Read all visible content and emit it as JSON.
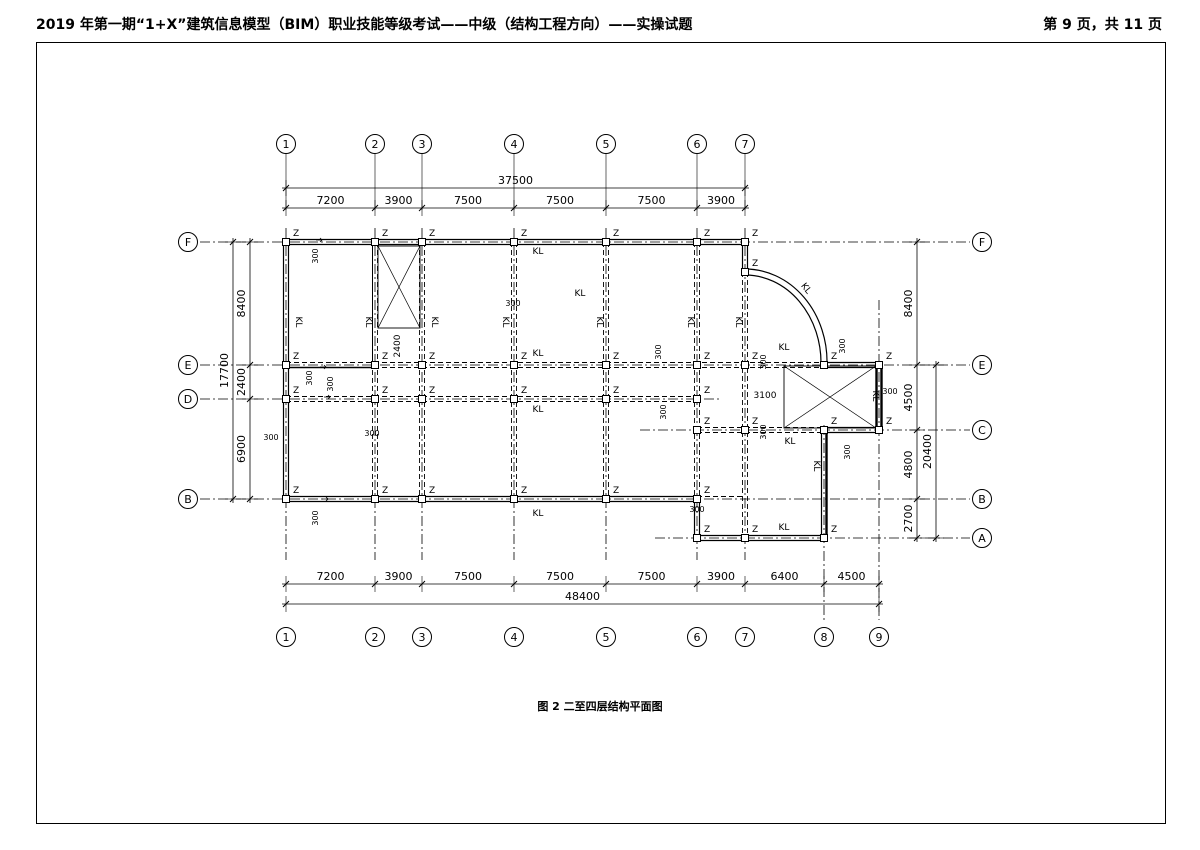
{
  "header": {
    "title": "2019 年第一期“1+X”建筑信息模型（BIM）职业技能等级考试——中级（结构工程方向）——实操试题",
    "page_info": "第 9 页，共 11 页"
  },
  "drawing": {
    "caption": "图 2  二至四层结构平面图",
    "axes_top": [
      "1",
      "2",
      "3",
      "4",
      "5",
      "6",
      "7"
    ],
    "axes_bottom": [
      "1",
      "2",
      "3",
      "4",
      "5",
      "6",
      "7",
      "8",
      "9"
    ],
    "axes_left": [
      "F",
      "E",
      "D",
      "B"
    ],
    "axes_right": [
      "F",
      "E",
      "C",
      "B",
      "A"
    ],
    "dims_top": [
      "7200",
      "3900",
      "7500",
      "7500",
      "7500",
      "3900"
    ],
    "dim_top_total": "37500",
    "dims_bottom": [
      "7200",
      "3900",
      "7500",
      "7500",
      "7500",
      "3900",
      "6400",
      "4500"
    ],
    "dim_bottom_total": "48400",
    "dims_left": [
      "8400",
      "2400",
      "6900"
    ],
    "dim_left_total": "17700",
    "dims_right": [
      "8400",
      "4500",
      "4800",
      "2700"
    ],
    "dim_right_total": "20400",
    "column_label": "Z",
    "beam_label": "KL",
    "offset_label": "300",
    "opening_dims": [
      "2400",
      "3100"
    ]
  }
}
